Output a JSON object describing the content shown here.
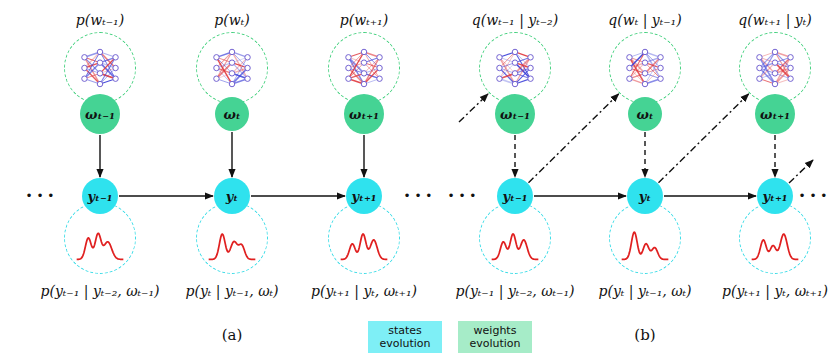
{
  "diagram": {
    "nodes": [
      {
        "text": [
          "p(wₜ₋₁)"
        ]
      },
      {
        "text": [
          "p(wₜ)"
        ]
      },
      {
        "text": [
          "p(wₜ₊₁)"
        ]
      },
      {
        "text": [
          "ωₜ₋₁"
        ]
      },
      {
        "text": [
          "ωₜ"
        ]
      },
      {
        "text": [
          "ωₜ₊₁"
        ]
      },
      {
        "text": [
          "yₜ₋₁"
        ]
      },
      {
        "text": [
          "yₜ"
        ]
      },
      {
        "text": [
          "yₜ₊₁"
        ]
      },
      {
        "text": [
          "p(yₜ₋₁ | yₜ₋₂, ωₜ₋₁)"
        ]
      },
      {
        "text": [
          "p(yₜ | yₜ₋₁, ωₜ)"
        ]
      },
      {
        "text": [
          "p(yₜ₊₁ | yₜ, ωₜ₊₁)"
        ]
      },
      {
        "text": [
          "q(wₜ₋₁ | yₜ₋₂)"
        ]
      },
      {
        "text": [
          "q(wₜ | yₜ₋₁)"
        ]
      },
      {
        "text": [
          "q(wₜ₊₁ | yₜ)"
        ]
      },
      {
        "text": [
          "ωₜ₋₁"
        ]
      },
      {
        "text": [
          "ωₜ"
        ]
      },
      {
        "text": [
          "ωₜ₊₁"
        ]
      },
      {
        "text": [
          "yₜ₋₁"
        ]
      },
      {
        "text": [
          "yₜ"
        ]
      },
      {
        "text": [
          "yₜ₊₁"
        ]
      },
      {
        "text": [
          "p(yₜ₋₁ | yₜ₋₂, ωₜ₋₁)"
        ]
      },
      {
        "text": [
          "p(yₜ | yₜ₋₁, ωₜ)"
        ]
      },
      {
        "text": [
          "p(yₜ₊₁ | yₜ, ωₜ₊₁)"
        ]
      }
    ],
    "edges": [
      {
        "from": 3,
        "to": 6,
        "arrow": "to"
      },
      {
        "from": 4,
        "to": 7,
        "arrow": "to"
      },
      {
        "from": 5,
        "to": 8,
        "arrow": "to"
      },
      {
        "from": 6,
        "to": 7,
        "arrow": "to"
      },
      {
        "from": 7,
        "to": 8,
        "arrow": "to"
      },
      {
        "from": 15,
        "to": 18,
        "arrow": "to"
      },
      {
        "from": 16,
        "to": 19,
        "arrow": "to"
      },
      {
        "from": 17,
        "to": 20,
        "arrow": "to"
      },
      {
        "from": 18,
        "to": 19,
        "arrow": "to"
      },
      {
        "from": 19,
        "to": 20,
        "arrow": "to"
      },
      {
        "from": 18,
        "to": 13,
        "arrow": "to"
      },
      {
        "from": 19,
        "to": 14,
        "arrow": "to"
      }
    ],
    "labels": [
      "• • •",
      "• • •",
      "(a)",
      "• • •",
      "• • •",
      "(b)"
    ],
    "legend": [
      {
        "text": "states evolution",
        "color": "#7eeff6"
      },
      {
        "text": "weights evolution",
        "color": "#a6ecc8"
      }
    ]
  }
}
